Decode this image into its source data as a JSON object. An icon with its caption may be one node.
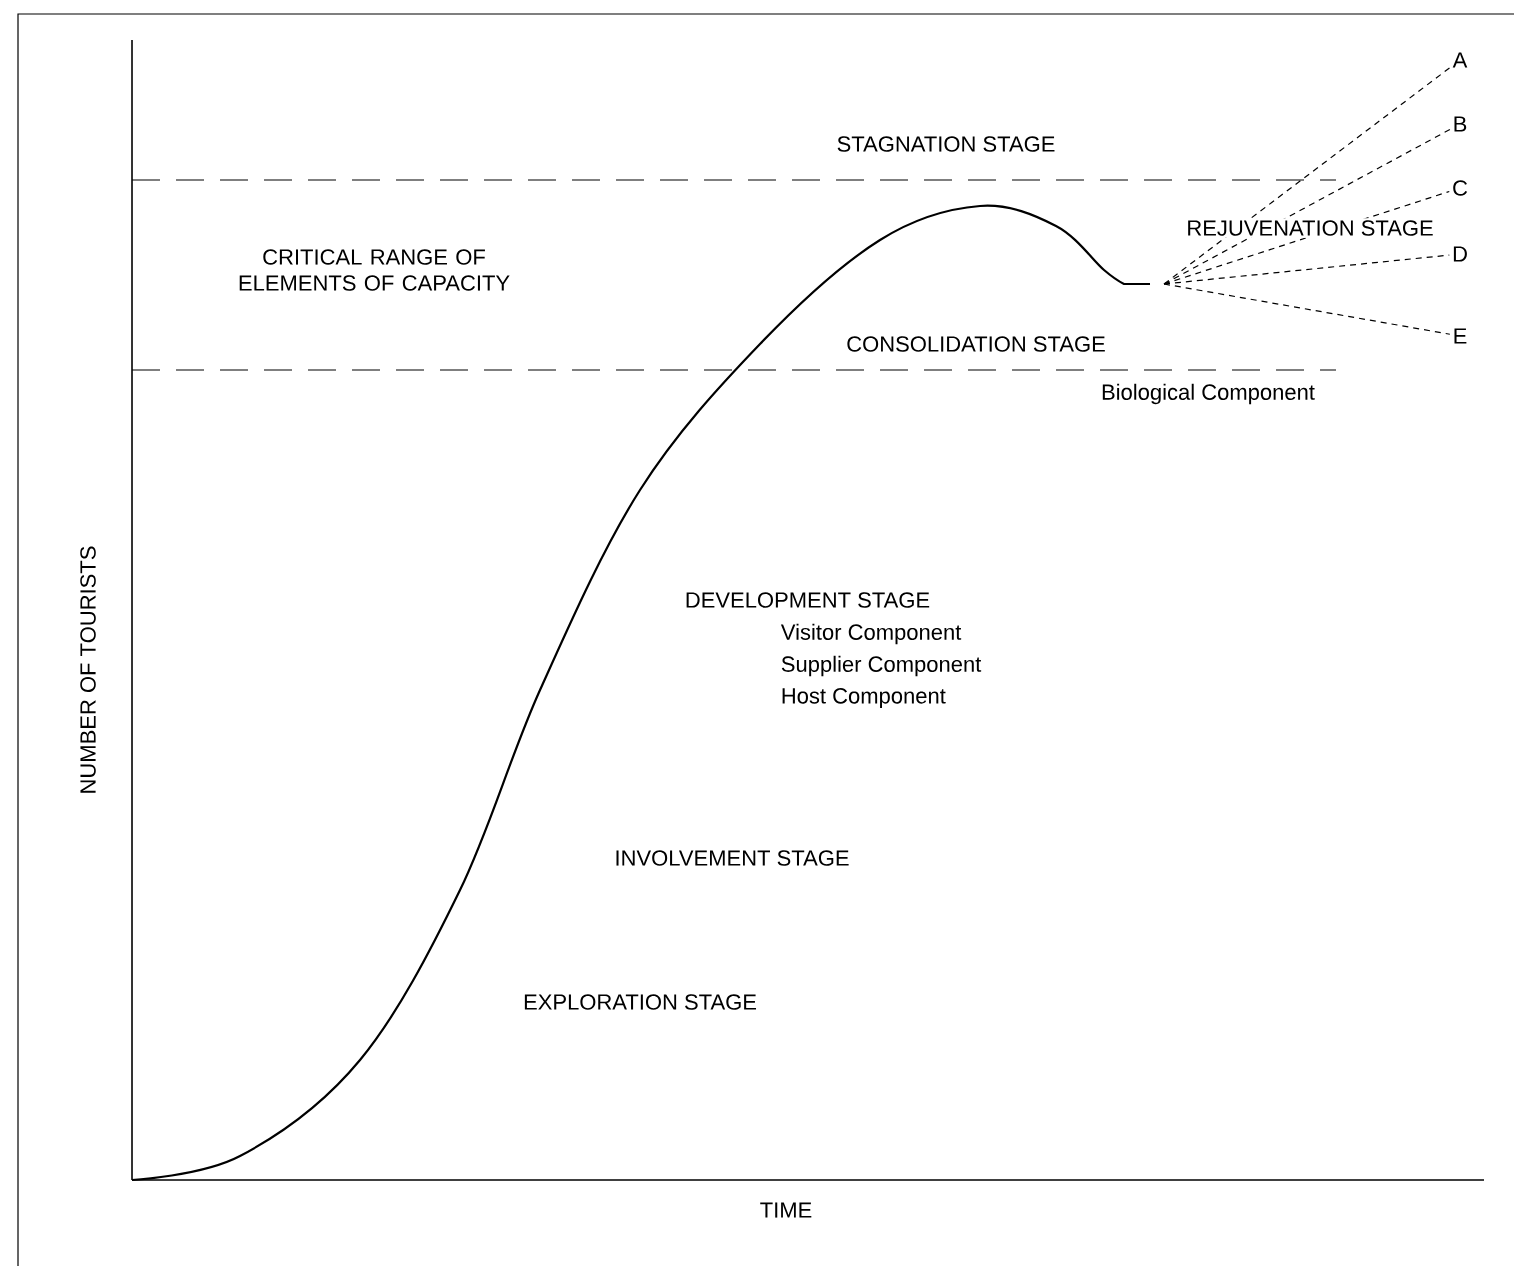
{
  "diagram": {
    "nodes": [
      {
        "text": [
          "A"
        ]
      },
      {
        "text": [
          "B"
        ]
      },
      {
        "text": [
          "C"
        ]
      },
      {
        "text": [
          "D"
        ]
      },
      {
        "text": [
          "E"
        ]
      }
    ],
    "edges": [
      {
        "from": null,
        "to": 0,
        "arrow": "none",
        "style": "dashed"
      },
      {
        "from": null,
        "to": 1,
        "arrow": "none",
        "style": "dashed"
      },
      {
        "from": null,
        "to": 2,
        "arrow": "none",
        "style": "dashed"
      },
      {
        "from": null,
        "to": 3,
        "arrow": "none",
        "style": "dashed"
      },
      {
        "from": null,
        "to": 4,
        "arrow": "none",
        "style": "dashed"
      }
    ],
    "labels": [
      "STAGNATION STAGE",
      "CRITICAL RANGE OF ELEMENTS OF CAPACITY",
      "REJUVENATION STAGE",
      "CONSOLIDATION STAGE",
      "Biological Component",
      "DEVELOPMENT STAGE",
      "Visitor Component",
      "Supplier Component",
      "Host Component",
      "NUMBER OF TOURISTS",
      "INVOLVEMENT STAGE",
      "EXPLORATION STAGE",
      "TIME"
    ]
  }
}
